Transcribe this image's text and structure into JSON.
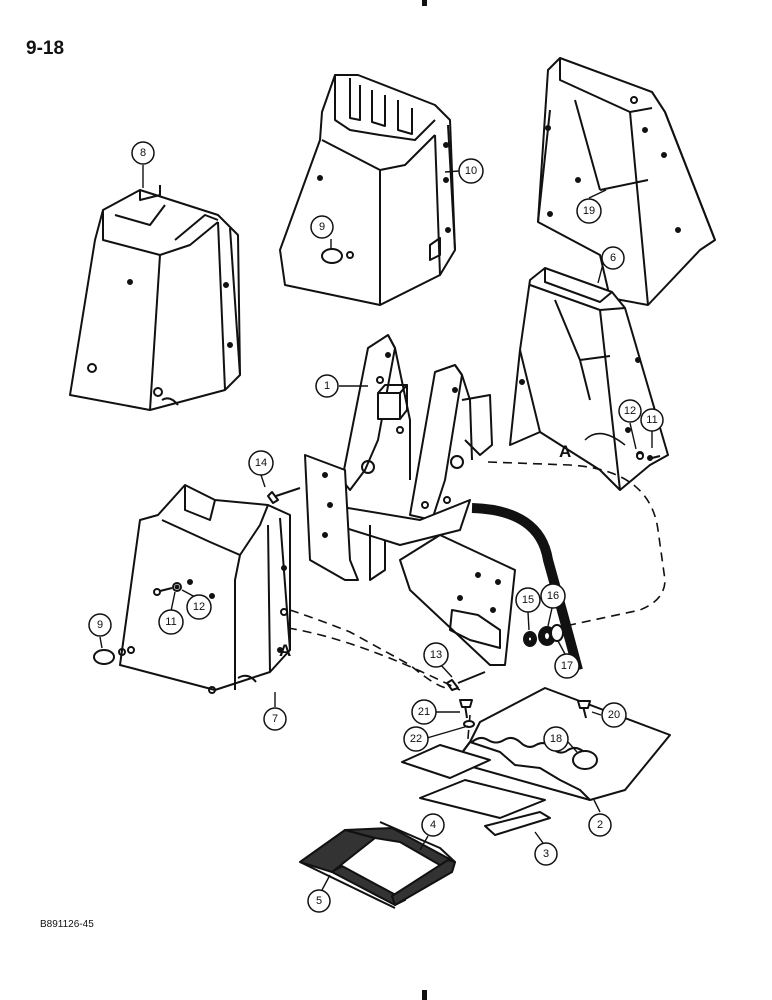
{
  "page_number": "9-18",
  "figure_code": "B891126-45",
  "callouts": [
    {
      "id": "c8",
      "label": "8"
    },
    {
      "id": "c10",
      "label": "10"
    },
    {
      "id": "c9a",
      "label": "9"
    },
    {
      "id": "c19",
      "label": "19"
    },
    {
      "id": "c6",
      "label": "6"
    },
    {
      "id": "c1",
      "label": "1"
    },
    {
      "id": "c12a",
      "label": "12"
    },
    {
      "id": "c11a",
      "label": "11"
    },
    {
      "id": "c14",
      "label": "14"
    },
    {
      "id": "c11b",
      "label": "11"
    },
    {
      "id": "c12b",
      "label": "12"
    },
    {
      "id": "c9b",
      "label": "9"
    },
    {
      "id": "c15",
      "label": "15"
    },
    {
      "id": "c16",
      "label": "16"
    },
    {
      "id": "c17",
      "label": "17"
    },
    {
      "id": "c13",
      "label": "13"
    },
    {
      "id": "c7",
      "label": "7"
    },
    {
      "id": "c21",
      "label": "21"
    },
    {
      "id": "c20",
      "label": "20"
    },
    {
      "id": "c22",
      "label": "22"
    },
    {
      "id": "c18",
      "label": "18"
    },
    {
      "id": "c4",
      "label": "4"
    },
    {
      "id": "c2",
      "label": "2"
    },
    {
      "id": "c3",
      "label": "3"
    },
    {
      "id": "c5",
      "label": "5"
    }
  ],
  "reference_letters": {
    "upper": "A",
    "lower": "A"
  }
}
